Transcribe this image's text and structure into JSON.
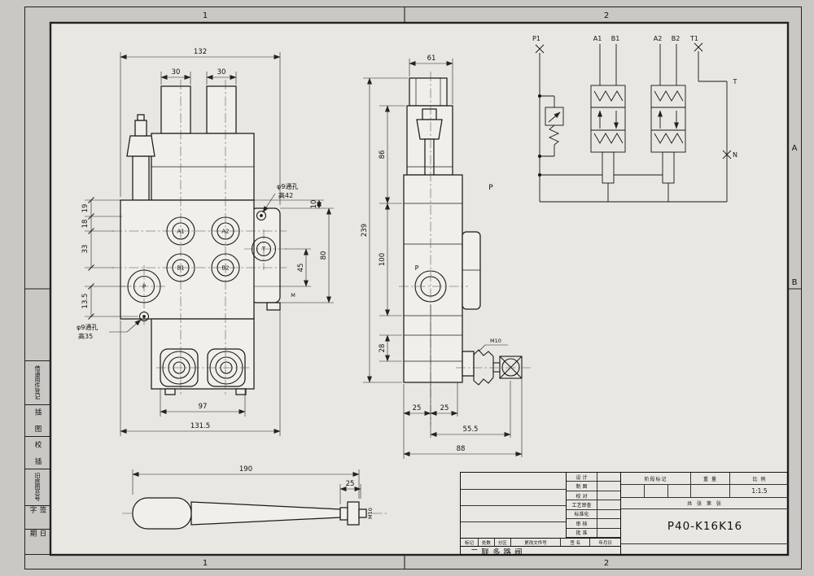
{
  "sheet": {
    "zone_top_1": "1",
    "zone_top_2": "2",
    "zone_bottom_1": "1",
    "zone_bottom_2": "2",
    "zone_right_a": "A",
    "zone_right_b": "B",
    "left_fields": [
      "借通用件登记",
      "插 图",
      "校 插",
      "旧底图总号",
      "签 字",
      "日 期"
    ]
  },
  "front_view": {
    "ports": {
      "a1": "A1",
      "a2": "A2",
      "b1": "B1",
      "b2": "B2",
      "t": "T",
      "p": "P"
    },
    "dims": {
      "total_width": "132",
      "cap_left": "30",
      "cap_right": "30",
      "left_1": "19",
      "left_2": "18",
      "left_3": "33",
      "left_4": "13.5",
      "right_1": "10",
      "right_2": "80",
      "right_3": "45",
      "thread_mark": "M",
      "bottom_inner": "97",
      "bottom_total": "131.5"
    },
    "notes": {
      "hole_top_1": "φ9通孔",
      "hole_top_2": "高42",
      "hole_bot_1": "φ9通孔",
      "hole_bot_2": "高35"
    }
  },
  "side_view": {
    "dims": {
      "top_width": "61",
      "h_seg1": "86",
      "h_total": "239",
      "h_seg2": "100",
      "h_seg3": "28",
      "bot_1": "25",
      "bot_2": "25",
      "bot_3": "55.5",
      "bot_4": "88"
    },
    "labels": {
      "port_p": "P",
      "circle_p": "P",
      "lever_note": "M10"
    }
  },
  "schematic": {
    "labels": {
      "p1": "P1",
      "a1": "A1",
      "b1": "B1",
      "a2": "A2",
      "b2": "B2",
      "t1": "T1",
      "t": "T",
      "n": "N"
    }
  },
  "lever_view": {
    "dims": {
      "length": "190",
      "thread_len": "25"
    },
    "labels": {
      "thread": "M10"
    }
  },
  "title_block": {
    "drawing_number": "P40-K16K16",
    "product_name": "二联多路阀",
    "stage_label": "阶段标记",
    "weight_label": "重 量",
    "scale_label": "比 例",
    "scale_value": "1:1.5",
    "sheets_label": "共 张 第 张",
    "sig_rows": [
      "设 计",
      "制 图",
      "校 对",
      "工艺审查",
      "标准化",
      "审 核",
      "批 准"
    ],
    "change_headers": [
      "标记",
      "处数",
      "分区",
      "更改文件号",
      "签 名",
      "年月日"
    ]
  }
}
